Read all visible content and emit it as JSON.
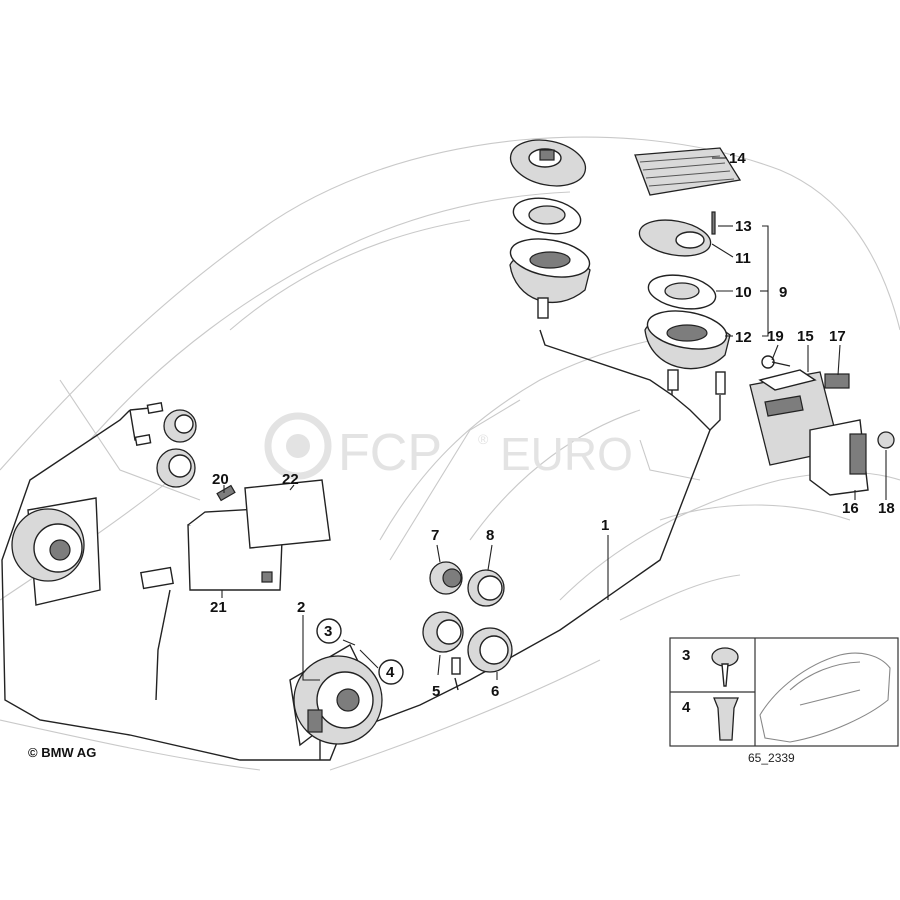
{
  "labels": {
    "l1": "1",
    "l2": "2",
    "l3": "3",
    "l4": "4",
    "l5": "5",
    "l6": "6",
    "l7": "7",
    "l8": "8",
    "l9": "9",
    "l10": "10",
    "l11": "11",
    "l12": "12",
    "l13": "13",
    "l14": "14",
    "l15": "15",
    "l16": "16",
    "l17": "17",
    "l18": "18",
    "l19": "19",
    "l20": "20",
    "l21": "21",
    "l22": "22"
  },
  "inset": {
    "label_a": "3",
    "label_b": "4",
    "code": "65_2339"
  },
  "copyright": "© BMW AG",
  "watermark": {
    "brand_a": "FCP",
    "brand_b": "EURO",
    "reg": "®"
  },
  "colors": {
    "line": "#222222",
    "ghost": "#c9c9c9",
    "watermark": "#e3e3e3"
  }
}
